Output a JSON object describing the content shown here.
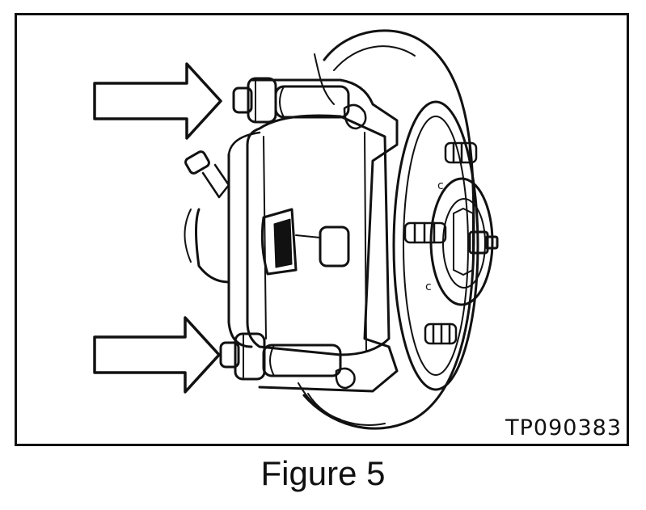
{
  "figure": {
    "code": "TP090383",
    "caption": "Figure 5",
    "illustration": "brake-caliper-assembly",
    "callouts": [
      "upper-caliper-bolt-arrow",
      "lower-caliper-bolt-arrow"
    ]
  },
  "colors": {
    "ink": "#111111",
    "paper": "#ffffff"
  }
}
